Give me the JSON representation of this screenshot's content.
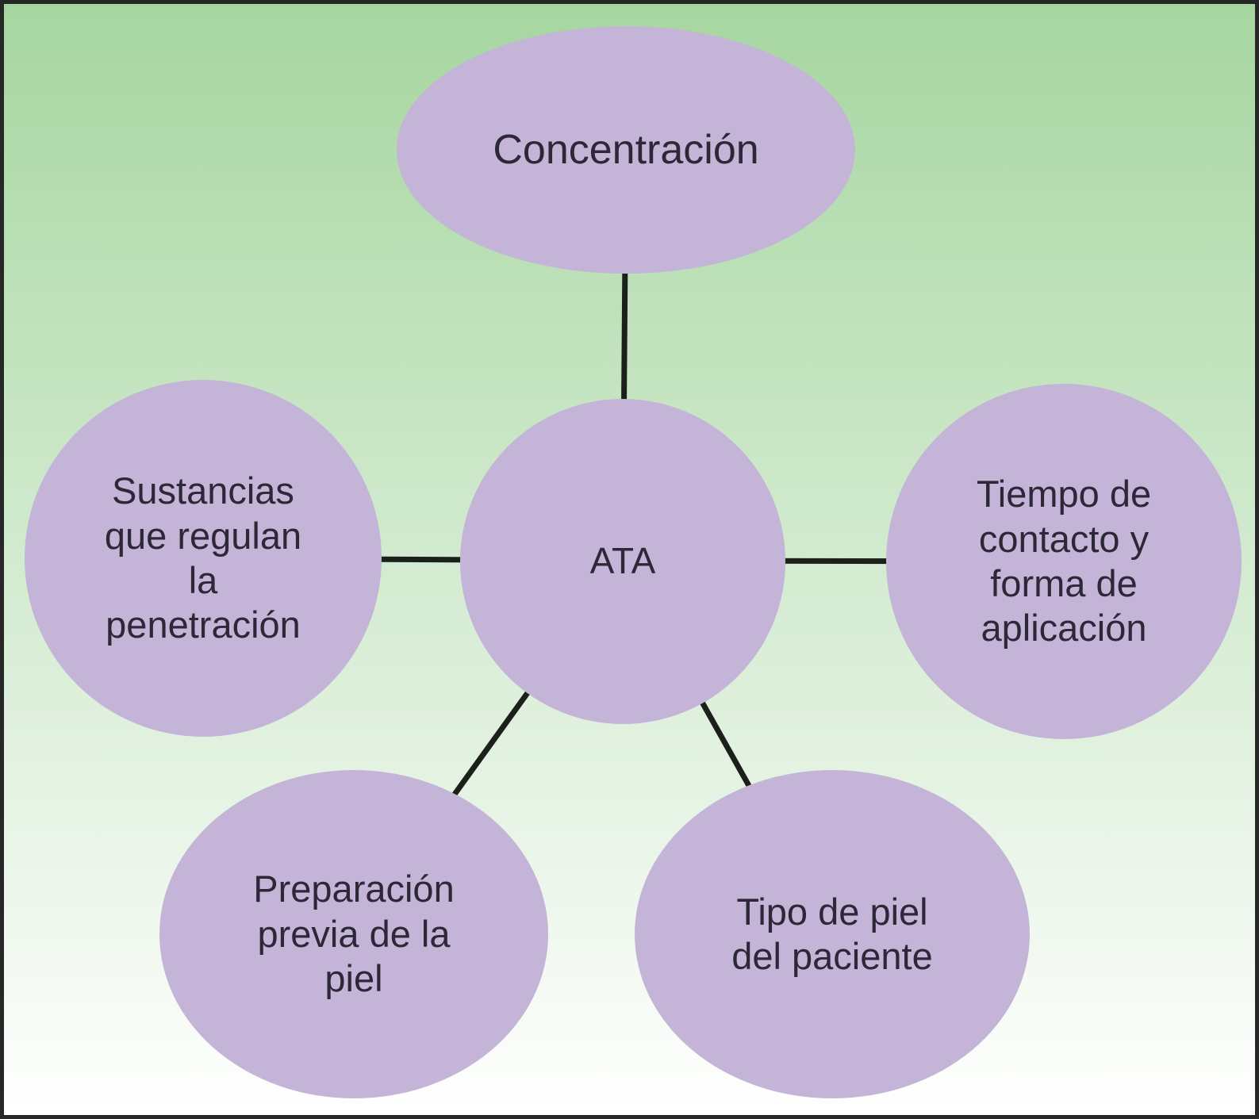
{
  "diagram": {
    "type": "mind-map",
    "nodes": {
      "ata": {
        "label": "ATA",
        "shape": "circle"
      },
      "concentracion": {
        "label": "Concentración",
        "shape": "ellipse"
      },
      "sustancias": {
        "label": "Sustancias\nque regulan\nla\npenetración",
        "shape": "circle"
      },
      "tiempo": {
        "label": "Tiempo de\ncontacto y\nforma de\naplicación",
        "shape": "circle"
      },
      "preparacion": {
        "label": "Preparación\nprevia de la\npiel",
        "shape": "ellipse"
      },
      "tipo_piel": {
        "label": "Tipo de piel\ndel paciente",
        "shape": "ellipse"
      }
    },
    "edges": [
      {
        "from": "ata",
        "to": "concentracion"
      },
      {
        "from": "ata",
        "to": "sustancias"
      },
      {
        "from": "ata",
        "to": "tiempo"
      },
      {
        "from": "ata",
        "to": "preparacion"
      },
      {
        "from": "ata",
        "to": "tipo_piel"
      }
    ]
  },
  "colors": {
    "background-top": "#a6d6a0",
    "background-bottom": "#ffffff",
    "node-fill": "#c4b4d7",
    "node-text": "#2d2838",
    "connector": "#1b211a",
    "frame": "#272727"
  }
}
